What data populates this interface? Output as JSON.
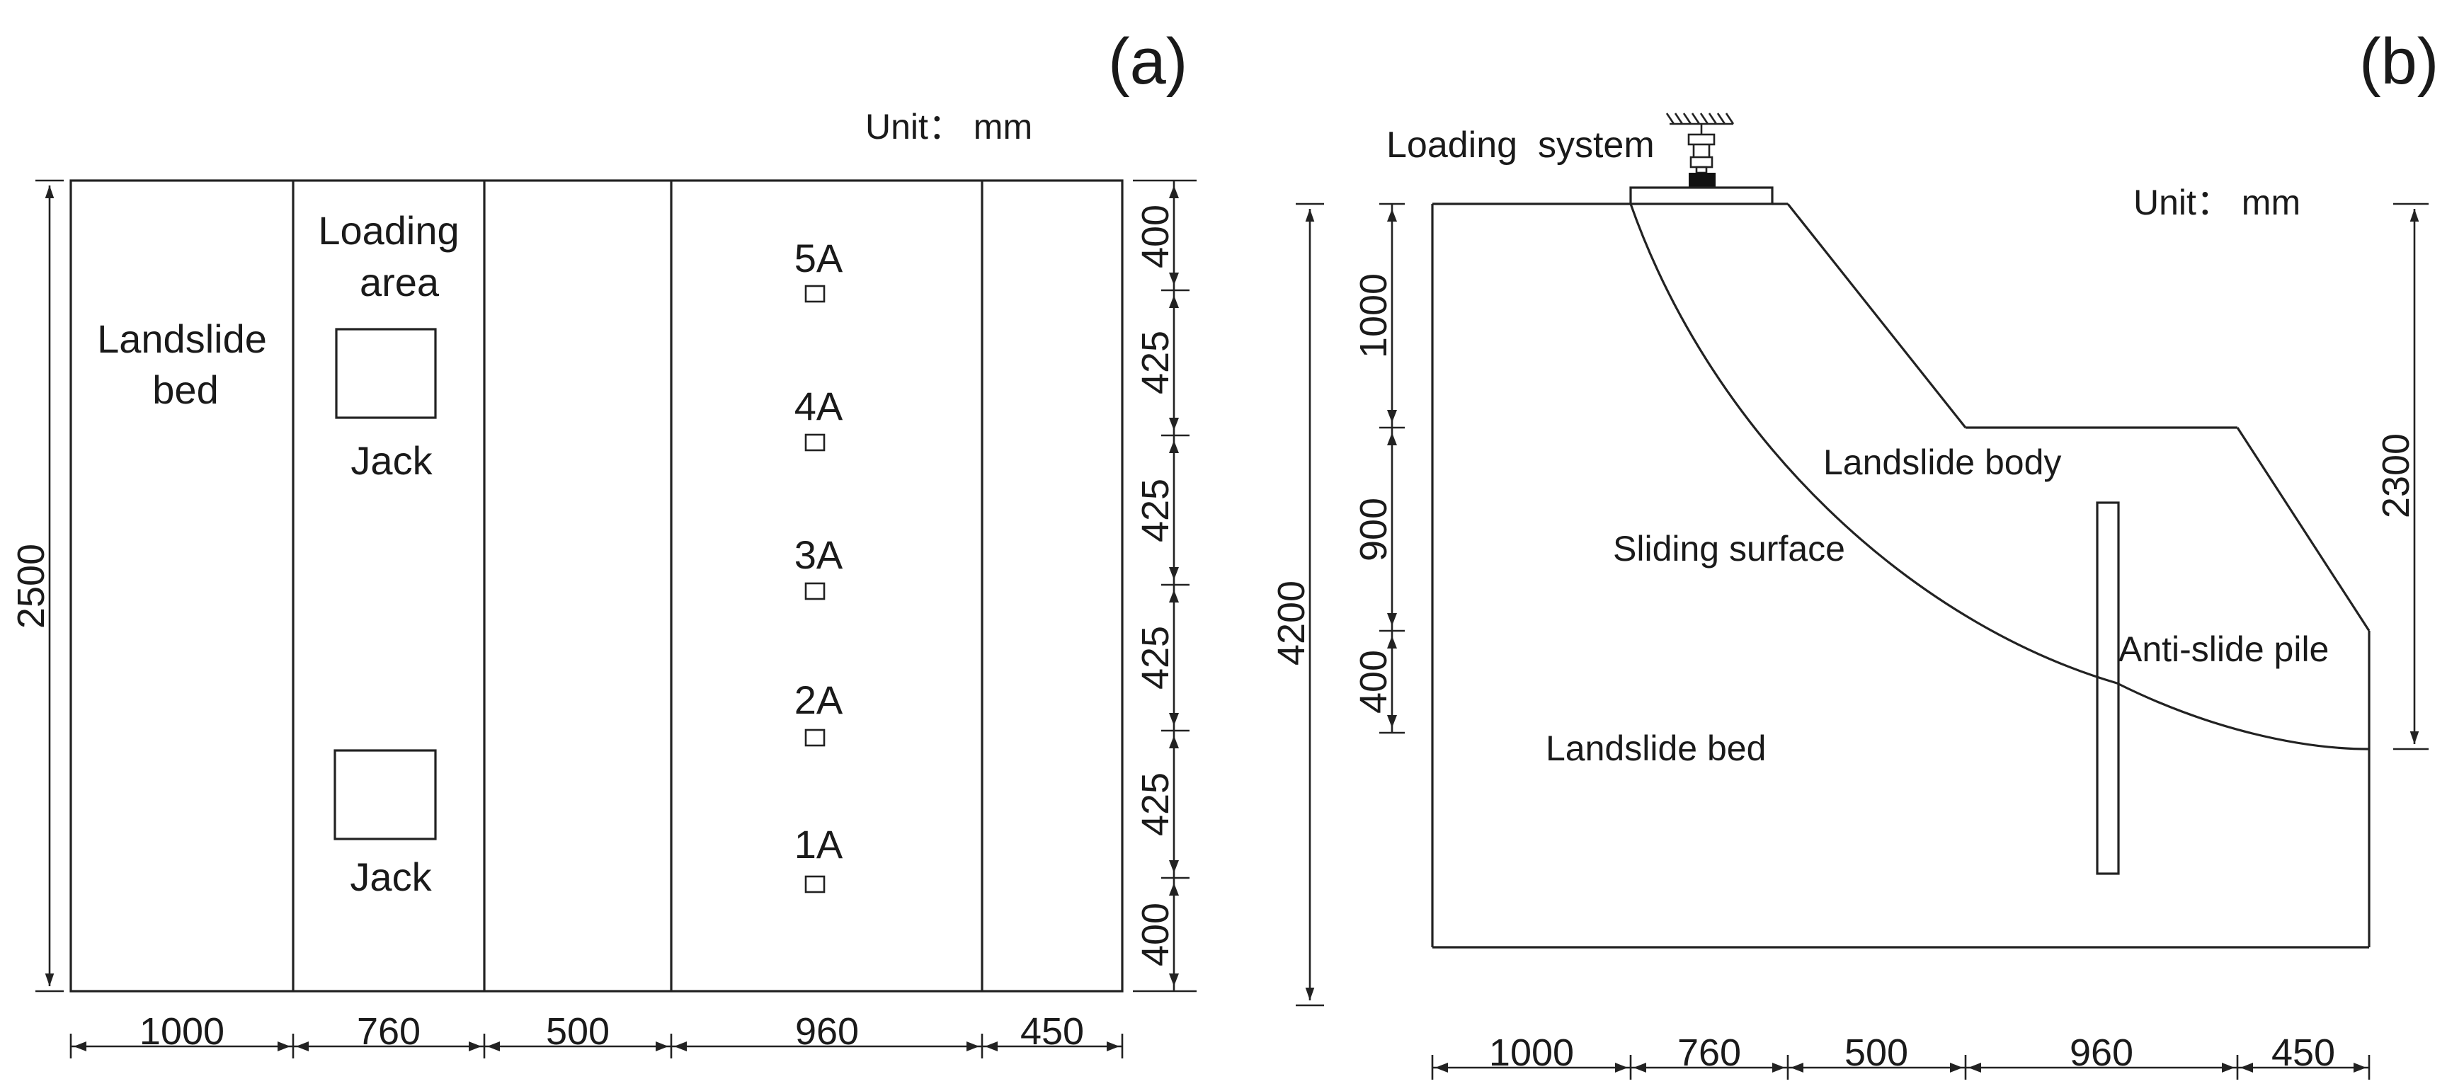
{
  "panel_a": {
    "label": "(a)",
    "unit": "Unit： mm",
    "total_height": "2500",
    "dims_bottom": [
      "1000",
      "760",
      "500",
      "960",
      "450"
    ],
    "dims_right": [
      "400",
      "425",
      "425",
      "425",
      "425",
      "400"
    ],
    "landslide_bed_line1": "Landslide",
    "landslide_bed_line2": "bed",
    "loading_area_line1": "Loading",
    "loading_area_line2": "area",
    "jack_top": "Jack",
    "jack_bottom": "Jack",
    "sensors": [
      "5A",
      "4A",
      "3A",
      "2A",
      "1A"
    ]
  },
  "panel_b": {
    "label": "(b)",
    "unit": "Unit： mm",
    "loading_system": "Loading  system",
    "total_height_left": "4200",
    "total_height_right": "2300",
    "dims_left": [
      "1000",
      "900",
      "400"
    ],
    "dims_bottom": [
      "1000",
      "760",
      "500",
      "960",
      "450"
    ],
    "landslide_body": "Landslide body",
    "sliding_surface": "Sliding surface",
    "anti_slide_pile": "Anti-slide pile",
    "landslide_bed": "Landslide bed"
  }
}
